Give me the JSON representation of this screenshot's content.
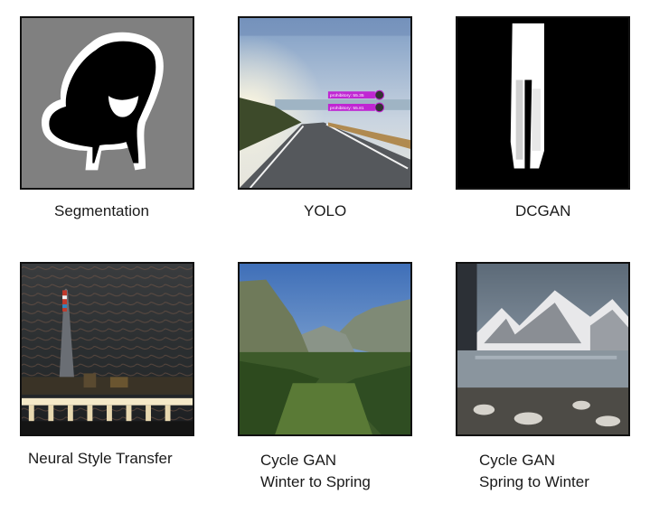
{
  "panels": [
    {
      "id": "segmentation",
      "caption_lines": [
        "Segmentation"
      ]
    },
    {
      "id": "yolo",
      "caption_lines": [
        "YOLO"
      ],
      "detections": [
        "prohibitory: 55.35",
        "prohibitory: 55.81"
      ]
    },
    {
      "id": "dcgan",
      "caption_lines": [
        "DCGAN"
      ]
    },
    {
      "id": "neural-style",
      "caption_lines": [
        "Neural Style Transfer"
      ]
    },
    {
      "id": "cyclegan-w2s",
      "caption_lines": [
        "Cycle GAN",
        "Winter to Spring"
      ]
    },
    {
      "id": "cyclegan-s2w",
      "caption_lines": [
        "Cycle GAN",
        "Spring to Winter"
      ]
    }
  ],
  "colors": {
    "border": "#111111",
    "segmentation_bg": "#808080",
    "detection_box": "#c026d3"
  }
}
